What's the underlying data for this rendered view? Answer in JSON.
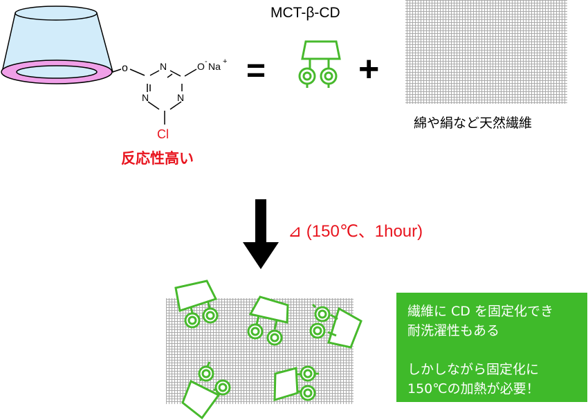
{
  "title": "MCT-β-CD",
  "molecule": {
    "o_link": "o",
    "n_top": "N",
    "n_left": "N",
    "n_right": "N",
    "o_minus": "O",
    "minus": "-",
    "na": "Na",
    "plus": "+",
    "cl": "Cl",
    "reactivity_label": "反応性高い"
  },
  "equals_sign": "=",
  "plus_sign": "+",
  "fiber_caption": "綿や絹など天然繊維",
  "reaction_condition": "⊿ (150℃、1hour)",
  "note": {
    "line1": "繊維に CD を固定化でき",
    "line2": "耐洗濯性もある",
    "line3": "しかしながら固定化に",
    "line4": "150℃の加熱が必要！"
  },
  "colors": {
    "green": "#47b92c",
    "red": "#e8141e",
    "cup_fill": "#d2ecfa",
    "rim_fill": "#f0a0e8",
    "note_bg": "#3fba2a"
  },
  "icons": [
    "cyclodextrin-cup-icon",
    "cd-symbol-icon",
    "fabric-mesh-icon",
    "down-arrow-icon"
  ]
}
